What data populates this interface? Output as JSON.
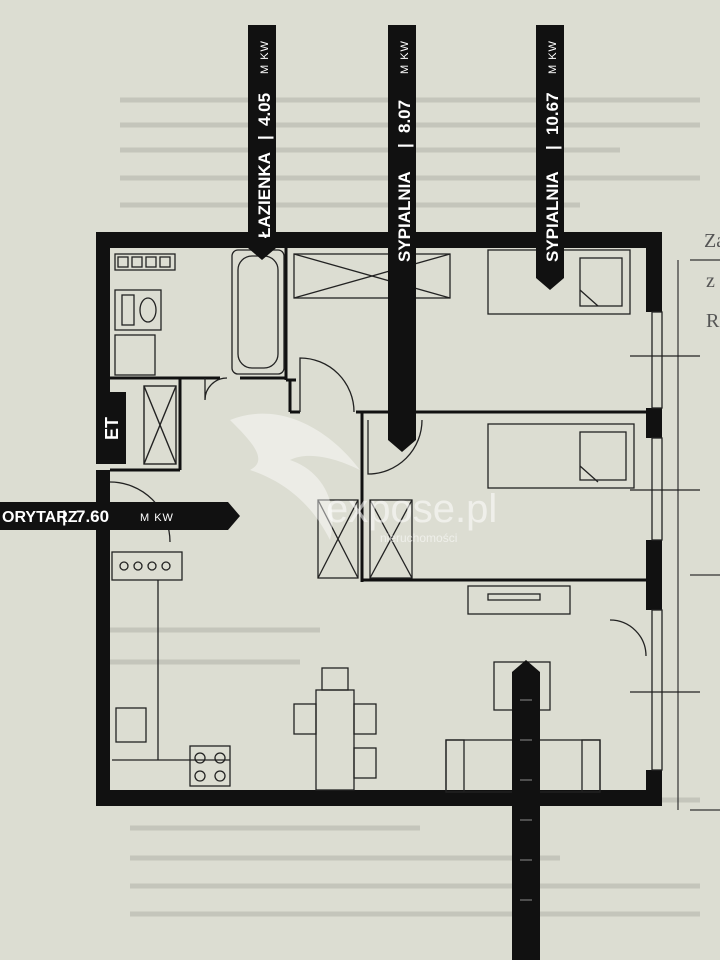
{
  "rooms": {
    "bathroom": {
      "name": "ŁAZIENKA",
      "area": "4.05",
      "unit": "M KW"
    },
    "bedroom_small": {
      "name": "SYPIALNIA",
      "area": "8.07",
      "unit": "M KW"
    },
    "bedroom_large": {
      "name": "SYPIALNIA",
      "area": "10.67",
      "unit": "M KW"
    },
    "corridor": {
      "name": "ORYTARZ",
      "area": "7.60",
      "unit": "M KW"
    }
  },
  "separator": "|",
  "closet_label": "ET",
  "watermark": {
    "brand": "expose.pl",
    "tagline": "nieruchomości"
  },
  "margin_notes": [
    "Za",
    "z",
    "R"
  ],
  "colors": {
    "paper": "#dcddd2",
    "wall": "#111111",
    "label_bg": "#111111",
    "line": "#222222"
  }
}
